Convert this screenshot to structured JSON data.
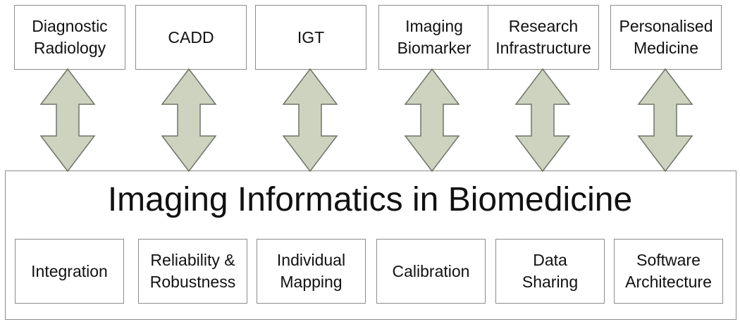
{
  "top_boxes": [
    {
      "label": "Diagnostic\nRadiology"
    },
    {
      "label": "CADD"
    },
    {
      "label": "IGT"
    },
    {
      "label": "Imaging\nBiomarker"
    },
    {
      "label": "Research\nInfrastructure"
    },
    {
      "label": "Personalised\nMedicine"
    }
  ],
  "main": {
    "title": "Imaging Informatics in Biomedicine"
  },
  "bottom_boxes": [
    {
      "label": "Integration"
    },
    {
      "label": "Reliability &\nRobustness"
    },
    {
      "label": "Individual\nMapping"
    },
    {
      "label": "Calibration"
    },
    {
      "label": "Data\nSharing"
    },
    {
      "label": "Software\nArchitecture"
    }
  ],
  "colors": {
    "arrow_fill": "#cdd3bf",
    "arrow_stroke": "#6f7468",
    "box_border": "#8c8c8c"
  }
}
